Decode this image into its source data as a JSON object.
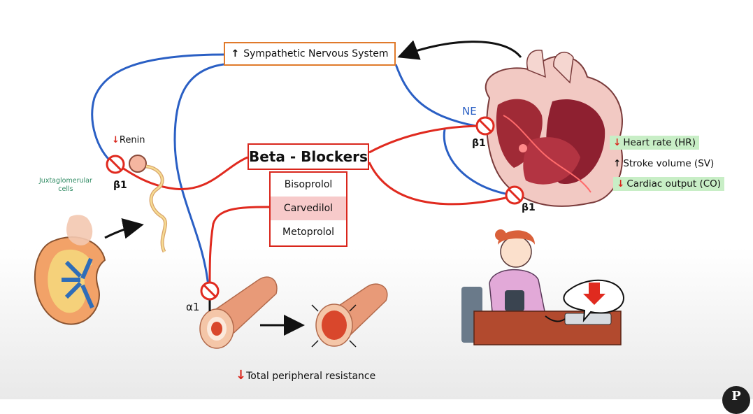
{
  "sns_box": {
    "arrow": "↑",
    "label": "Sympathetic Nervous System"
  },
  "beta_blockers": {
    "title": "Beta - Blockers",
    "drugs": [
      "Bisoprolol",
      "Carvedilol",
      "Metoprolol"
    ],
    "highlighted": "Carvedilol"
  },
  "kidney": {
    "renin_arrow": "↓",
    "renin_label": "Renin",
    "jg_label_line1": "Juxtaglomerular",
    "jg_label_line2": "cells",
    "receptor": "β1"
  },
  "heart": {
    "ne_label": "NE",
    "receptor_top": "β1",
    "receptor_bottom": "β1",
    "effects": [
      {
        "arrow": "↓",
        "text": "Heart rate (HR)",
        "highlight": true
      },
      {
        "arrow": "↑",
        "text": "Stroke volume (SV)",
        "highlight": false
      },
      {
        "arrow": "↓",
        "text": "Cardiac output (CO)",
        "highlight": true
      }
    ]
  },
  "vessel": {
    "receptor": "α1",
    "effect_arrow": "↓",
    "effect_text": "Total peripheral resistance"
  },
  "colors": {
    "sympathetic_line": "#2a5fc4",
    "blocker_line": "#e02a1f",
    "sns_border": "#e07a2b",
    "highlight_green": "#c8eec6",
    "highlight_pink": "#f7caca",
    "down_arrow": "#d9261c"
  },
  "icons": [
    "block-icon",
    "heart-illustration",
    "kidney-illustration",
    "nephron-illustration",
    "blood-vessel-illustration",
    "woman-bp-monitor-illustration",
    "down-arrow-bubble-icon",
    "logo"
  ]
}
